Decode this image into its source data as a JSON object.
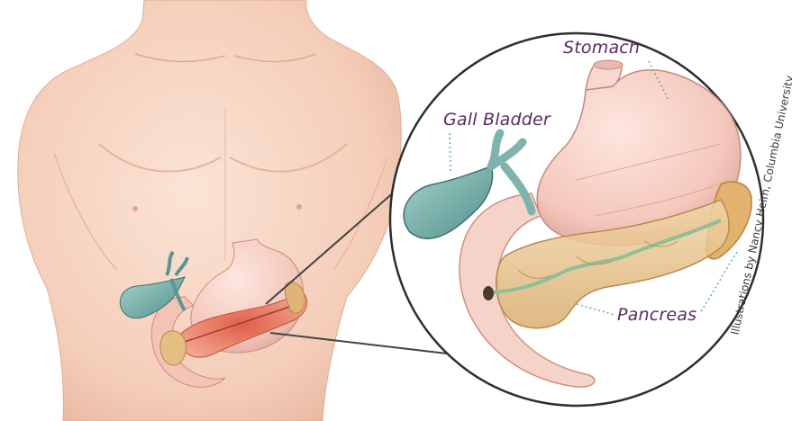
{
  "labels": {
    "stomach": "Stomach",
    "gall_bladder": "Gall Bladder",
    "pancreas": "Pancreas"
  },
  "credit": "Illustrations by Nancy Heim, Columbia University",
  "colors": {
    "skin": "#f6d4c2",
    "skin_shadow": "#e9b9a2",
    "stomach": "#f6cfc6",
    "stomach_edge": "#d69a92",
    "gall_bladder": "#7fb3ad",
    "pancreas": "#e7c48c",
    "duct": "#8fbf96",
    "label": "#5b2a63",
    "leader_line": "#5fa8c9",
    "circle": "#333333"
  }
}
